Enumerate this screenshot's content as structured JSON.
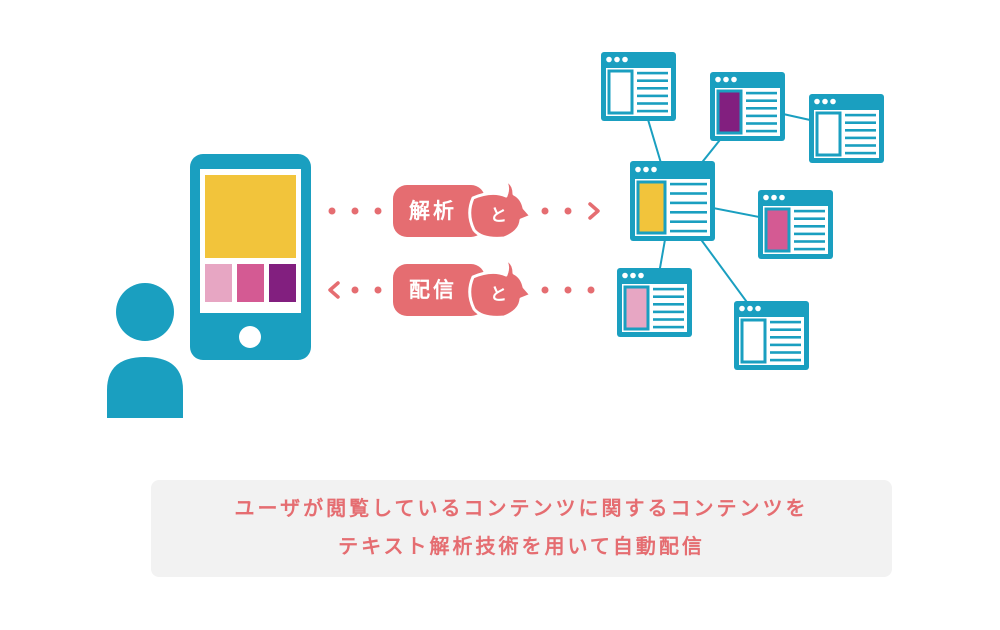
{
  "labels": {
    "analyze": "解析",
    "deliver": "配信",
    "brand_glyph": "と"
  },
  "caption": {
    "line1": "ユーザが閲覧しているコンテンツに関するコンテンツを",
    "line2": "テキスト解析技術を用いて自動配信"
  },
  "colors": {
    "primary": "#1a9fc0",
    "accent_red": "#e56d71",
    "yellow": "#f2c43b",
    "pink_light": "#e7a6c3",
    "pink": "#d45a93",
    "purple": "#821f7f",
    "caption_bg": "#f2f2f2"
  },
  "icons": {
    "user": "person-icon",
    "device": "smartphone-icon",
    "page": "browser-window-icon",
    "mascot": "bird-icon"
  }
}
